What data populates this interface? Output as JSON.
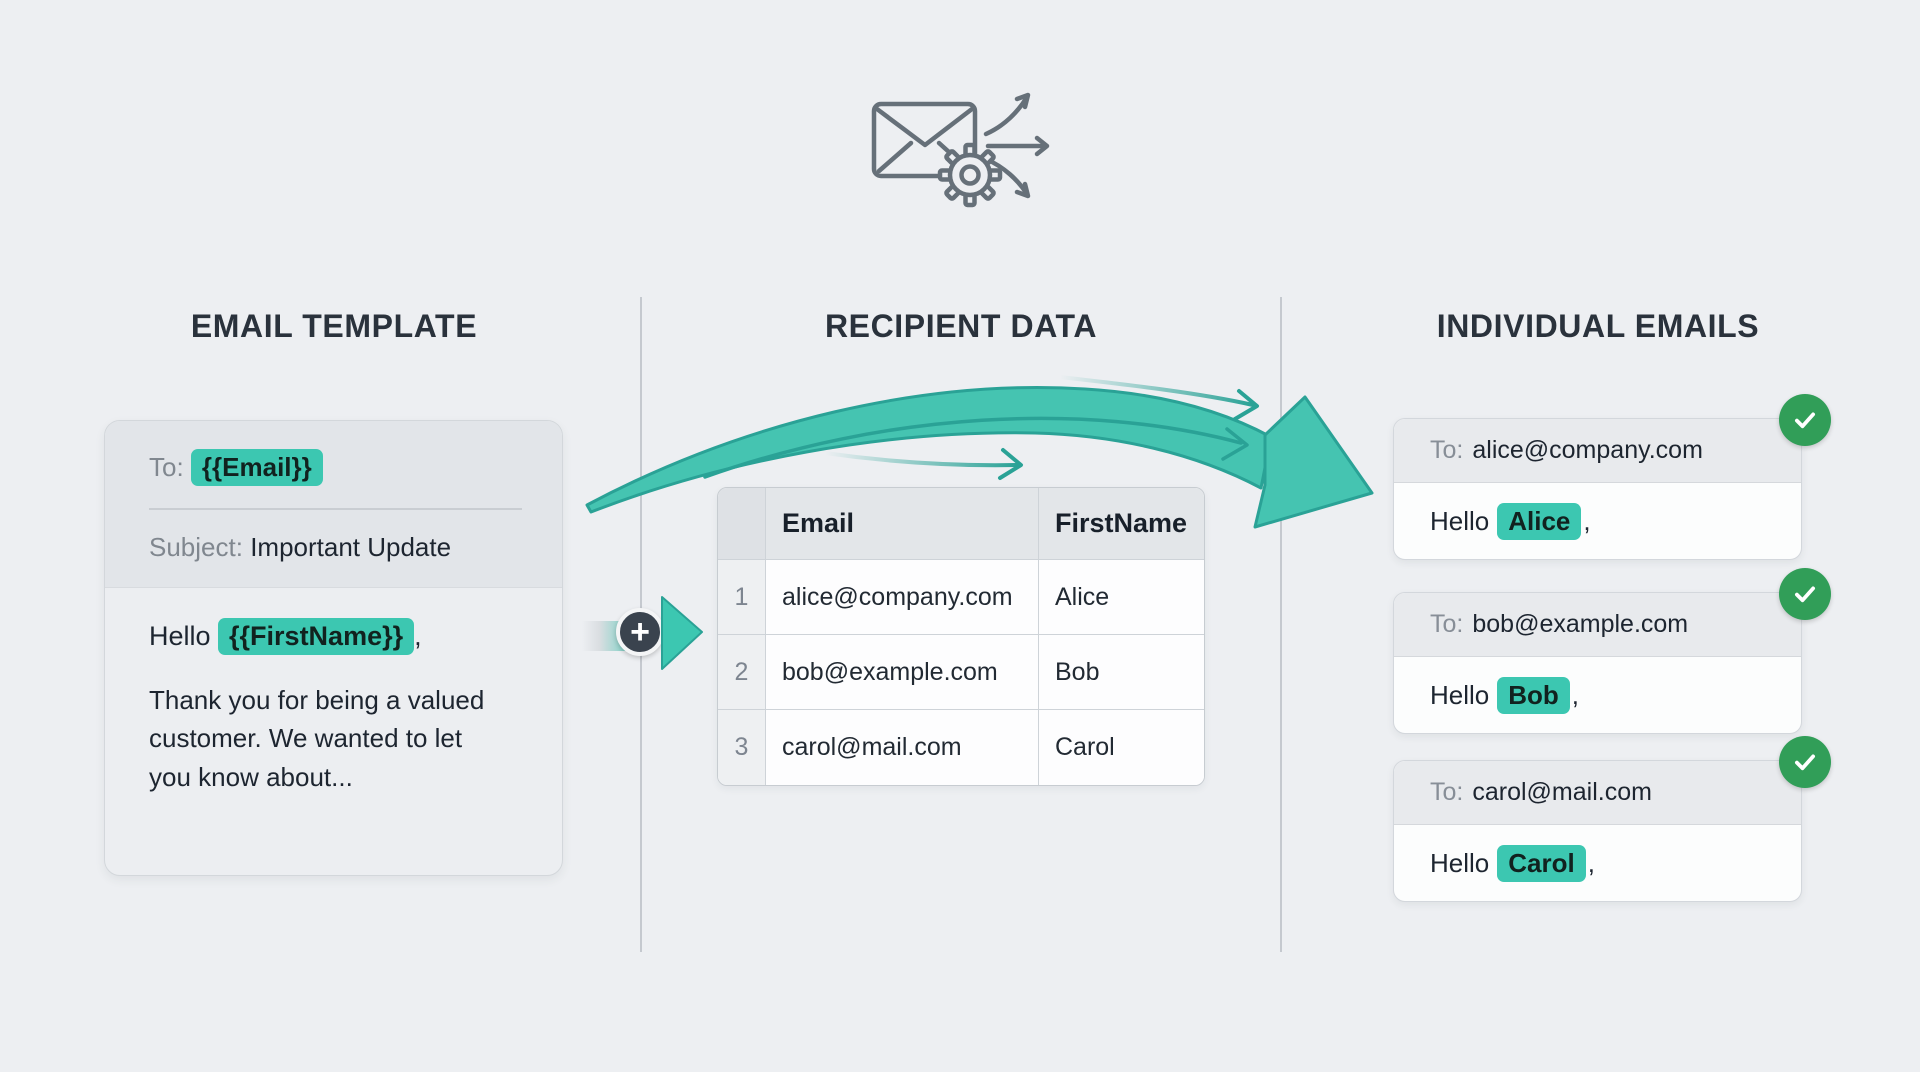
{
  "diagram_title": "mail-merge-flow",
  "colors": {
    "background": "#edeff2",
    "teal_highlight": "#3cc7b1",
    "teal_arrow": "#45c4b1",
    "teal_arrow_stroke": "#2aa296",
    "green_check": "#319e58",
    "heading_text": "#2a323c",
    "body_text": "#1d2530",
    "label_gray": "#80878f"
  },
  "hero": {
    "icon": "envelope-gear-fanout-icon"
  },
  "columns": {
    "template": {
      "heading": "EMAIL TEMPLATE",
      "card": {
        "to_label": "To:",
        "to_token": "{{Email}}",
        "subject_label": "Subject:",
        "subject_value": "Important Update",
        "greeting_prefix": "Hello ",
        "greeting_token": "{{FirstName}}",
        "greeting_suffix": ",",
        "body_text": "Thank you for being a valued customer. We wanted to let you know about..."
      }
    },
    "data": {
      "heading": "RECIPIENT DATA",
      "table": {
        "col_email": "Email",
        "col_firstname": "FirstName",
        "rows": [
          {
            "num": "1",
            "email": "alice@company.com",
            "first_name": "Alice"
          },
          {
            "num": "2",
            "email": "bob@example.com",
            "first_name": "Bob"
          },
          {
            "num": "3",
            "email": "carol@mail.com",
            "first_name": "Carol"
          }
        ]
      }
    },
    "output": {
      "heading": "INDIVIDUAL EMAILS",
      "emails": [
        {
          "to_label": "To:",
          "to_value": "alice@company.com",
          "greeting_prefix": "Hello",
          "name": "Alice",
          "greeting_suffix": ",",
          "status_icon": "check-icon"
        },
        {
          "to_label": "To:",
          "to_value": "bob@example.com",
          "greeting_prefix": "Hello",
          "name": "Bob",
          "greeting_suffix": ",",
          "status_icon": "check-icon"
        },
        {
          "to_label": "To:",
          "to_value": "carol@mail.com",
          "greeting_prefix": "Hello",
          "name": "Carol",
          "greeting_suffix": ",",
          "status_icon": "check-icon"
        }
      ]
    }
  },
  "connector": {
    "plus_symbol": "+",
    "icon": "plus-icon"
  }
}
